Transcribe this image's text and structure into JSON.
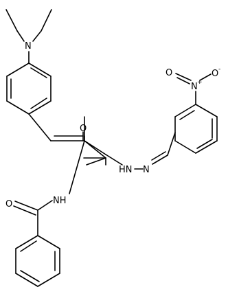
{
  "molecule": {
    "atoms": {
      "n_amine": "N",
      "o_carbonyl_top": "O",
      "hydrazide_nh": "HN",
      "hydrazone_n": "N",
      "amide_nh": "NH",
      "o_benzamide": "O",
      "n_nitro": "N",
      "n_nitro_plus": "+",
      "o_nitro_top": "O",
      "o_nitro_minus": "-",
      "o_nitro_left": "O"
    },
    "colors": {
      "bonds": "#000000",
      "labels": "#000000",
      "background": "#ffffff"
    }
  }
}
